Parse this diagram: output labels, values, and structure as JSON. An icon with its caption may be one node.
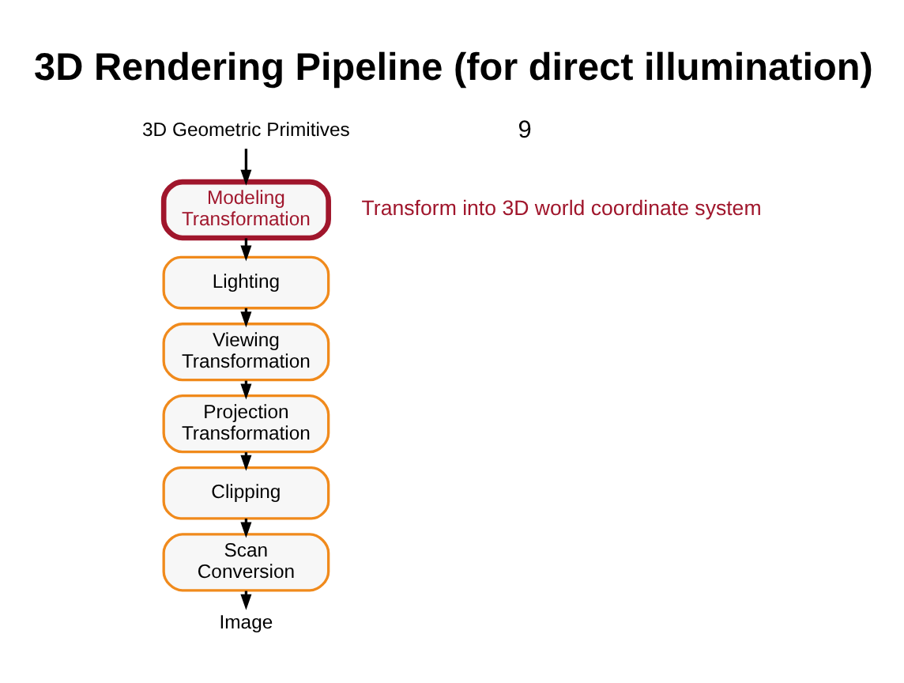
{
  "diagram": {
    "title": "3D Rendering Pipeline (for direct illumination)",
    "nodes": [
      {
        "text": [
          "3D Geometric Primitives"
        ]
      },
      {
        "text": [
          "Modeling Transformation"
        ],
        "beside": [
          "Transform into 3D world coordinate system"
        ]
      },
      {
        "text": [
          "Lighting"
        ]
      },
      {
        "text": [
          "Viewing Transformation"
        ]
      },
      {
        "text": [
          "Projection Transformation"
        ]
      },
      {
        "text": [
          "Clipping"
        ]
      },
      {
        "text": [
          "Scan Conversion"
        ]
      },
      {
        "text": [
          "Image"
        ]
      }
    ],
    "edges": [
      {
        "from": 0,
        "to": 1,
        "arrow": "to"
      },
      {
        "from": 1,
        "to": 2,
        "arrow": "to"
      },
      {
        "from": 2,
        "to": 3,
        "arrow": "to"
      },
      {
        "from": 3,
        "to": 4,
        "arrow": "to"
      },
      {
        "from": 4,
        "to": 5,
        "arrow": "to"
      },
      {
        "from": 5,
        "to": 6,
        "arrow": "to"
      },
      {
        "from": 6,
        "to": 7,
        "arrow": "to"
      }
    ],
    "labels": [
      "9"
    ]
  }
}
